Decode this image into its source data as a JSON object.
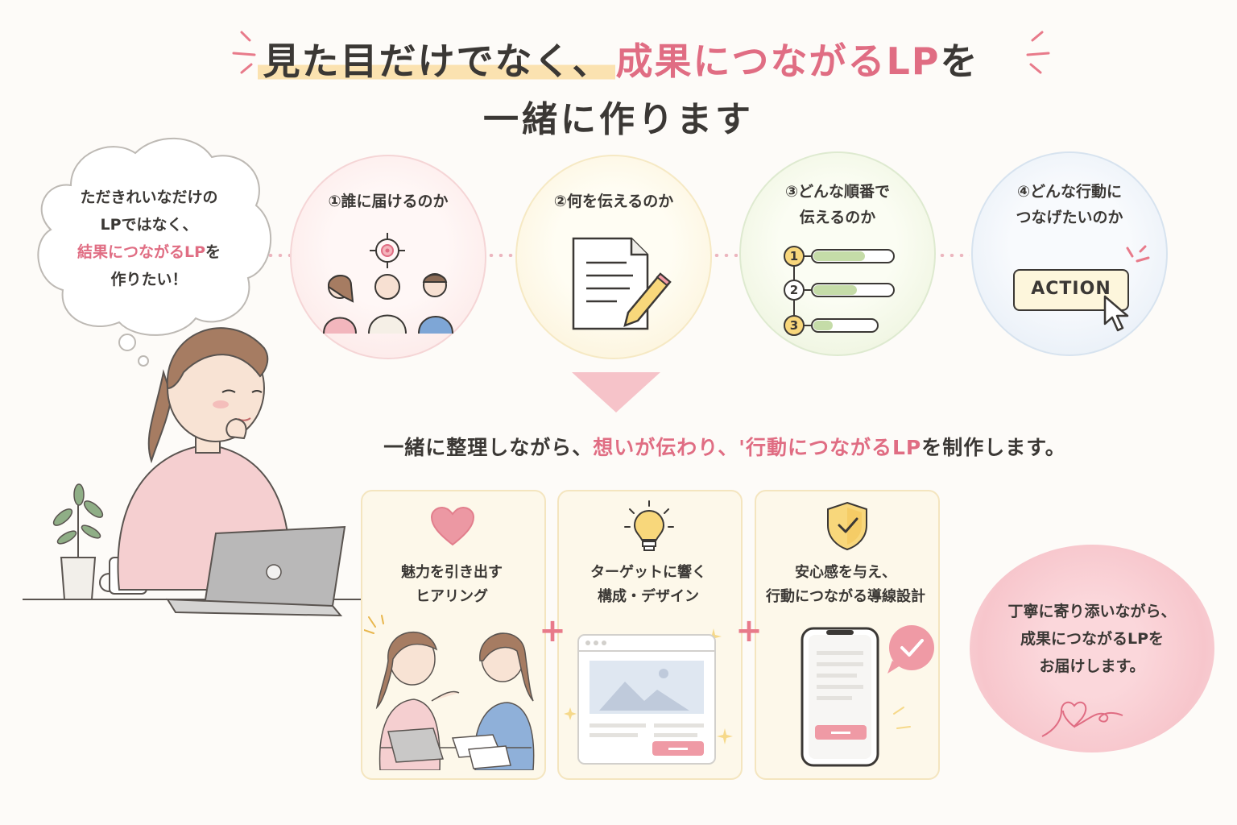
{
  "title": {
    "line1_highlight": "見た目だけでなく、",
    "line1_pink": "成果につながるLP",
    "line1_end": "を",
    "line2": "一緒に作ります"
  },
  "thought": {
    "line1": "ただきれいなだけの",
    "line2": "LPではなく、",
    "line3_pink": "結果につながるLP",
    "line3_end": "を",
    "line4": "作りたい！"
  },
  "steps": [
    {
      "label": "①誰に届けるのか"
    },
    {
      "label": "②何を伝えるのか"
    },
    {
      "line1": "③どんな順番で",
      "line2": "伝えるのか",
      "markers": [
        "1",
        "2",
        "3"
      ]
    },
    {
      "line1": "④どんな行動に",
      "line2": "つなげたいのか",
      "button": "ACTION"
    }
  ],
  "middle": {
    "start": "一緒に整理しながら、",
    "pink1": "想いが伝わり、",
    "quote": "'",
    "pink2": "行動につながるLP",
    "end": "を制作します。"
  },
  "cards": [
    {
      "line1": "魅力を引き出す",
      "line2": "ヒアリング"
    },
    {
      "line1": "ターゲットに響く",
      "line2": "構成・デザイン"
    },
    {
      "line1": "安心感を与え、",
      "line2": "行動につながる導線設計"
    }
  ],
  "plus_symbol": "+",
  "closing": {
    "line1": "丁寧に寄り添いながら、",
    "line2": "成果につながるLPを",
    "line3": "お届けします。"
  },
  "colors": {
    "accent_pink": "#e06d83",
    "text": "#3b3835",
    "highlight": "#fbe2b0"
  }
}
